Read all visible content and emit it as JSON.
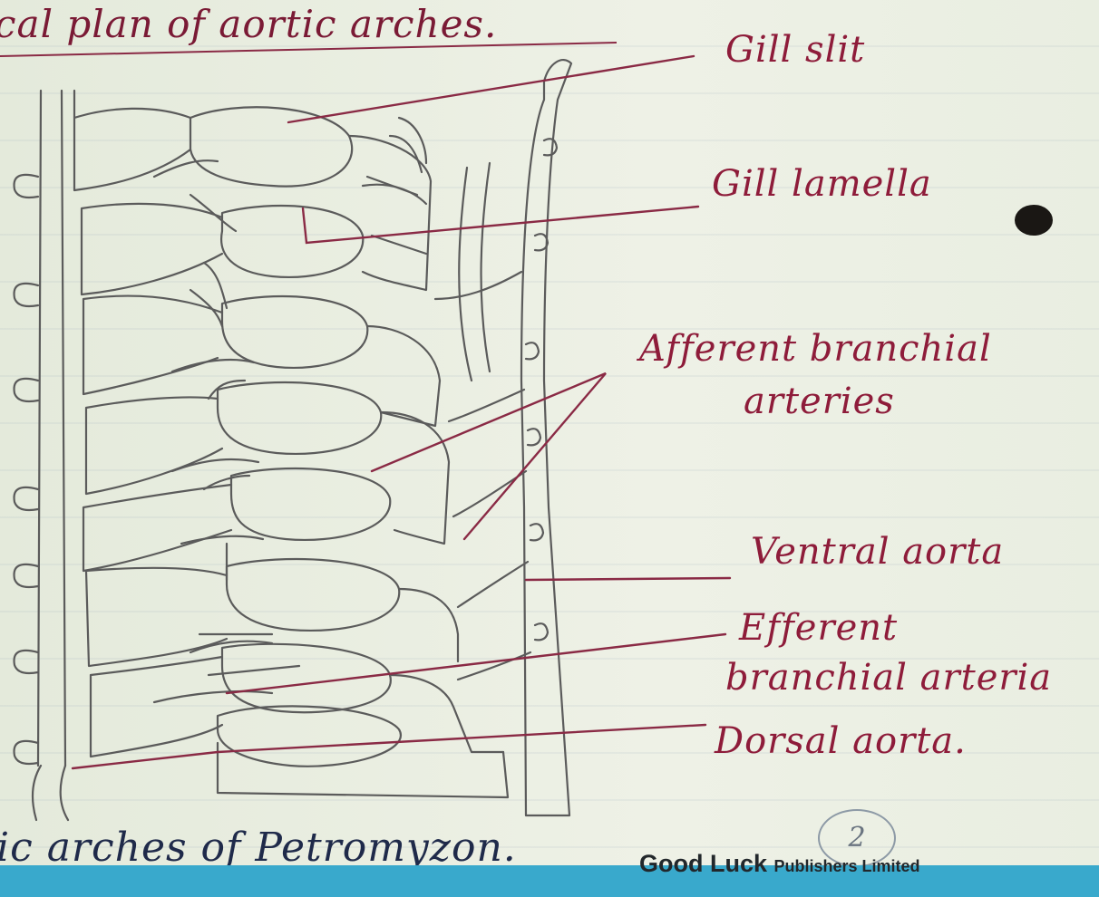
{
  "header": {
    "title": "cal plan of aortic arches."
  },
  "labels": {
    "gill_slit": "Gill slit",
    "gill_lamella": "Gill lamella",
    "afferent_line1": "Afferent branchial",
    "afferent_line2": "arteries",
    "ventral_aorta": "Ventral aorta",
    "efferent_line1": "Efferent",
    "efferent_line2": "branchial arteria",
    "dorsal_aorta": "Dorsal aorta."
  },
  "footer": {
    "caption": "ic arches of Petromyzon.",
    "publisher_main": "Good Luck",
    "publisher_small": "Publishers Limited",
    "page_number": "2"
  },
  "colors": {
    "pencil": "#5b5b5b",
    "ink_label": "#8e1c3a",
    "leader_line": "#8a2a45",
    "ink_caption": "#1f2a4a",
    "bottom_strip": "#39a9cc"
  }
}
